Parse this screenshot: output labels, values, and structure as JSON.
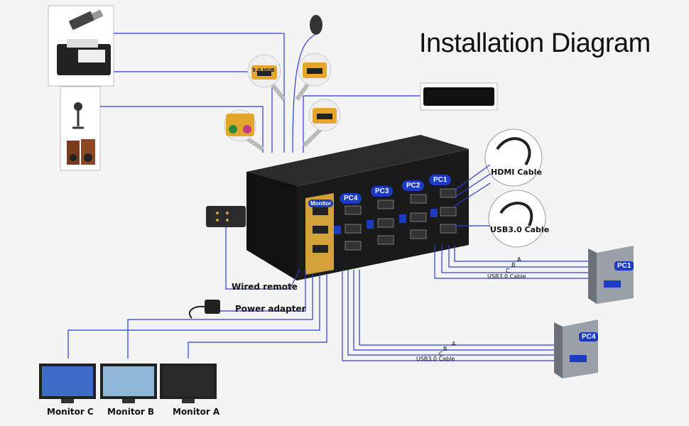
{
  "title": "Installation Diagram",
  "switch": {
    "pc_labels": [
      "PC4",
      "PC3",
      "PC2",
      "PC1"
    ],
    "monitor_label": "Monitor"
  },
  "cables": {
    "hdmi": "HDMI Cable",
    "usb": "USB3.0 Cable"
  },
  "hub_labels": {
    "usb_hub": "3.0 HUB"
  },
  "connections": {
    "wired_remote": "Wired remote",
    "power_adapter": "Power adapter"
  },
  "pcs": [
    {
      "label": "PC1",
      "wires": [
        "A",
        "B",
        "C",
        "USB3.0 Cable"
      ]
    },
    {
      "label": "PC4",
      "wires": [
        "A",
        "B",
        "C",
        "USB3.0 Cable"
      ]
    }
  ],
  "monitors": [
    "Monitor C",
    "Monitor B",
    "Monitor A"
  ],
  "colors": {
    "wire": "#2a3fd6",
    "accent": "#1b3bc4",
    "switch_body": "#1a1a1a",
    "gold_panel": "#d4a23a"
  }
}
